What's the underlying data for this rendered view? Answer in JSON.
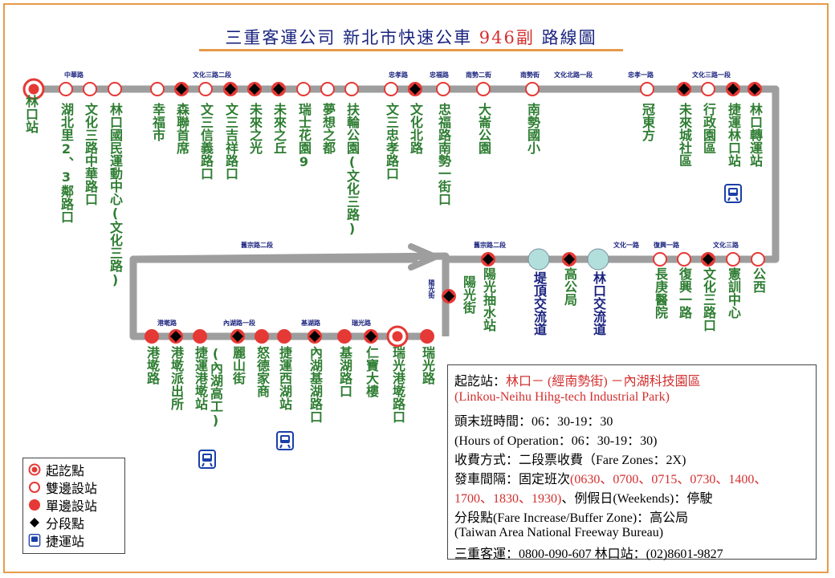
{
  "title": {
    "company": "三重客運公司",
    "city": "新北市快速公車",
    "route_no": "946副",
    "suffix": "路線圖"
  },
  "stops": [
    {
      "id": "s1",
      "name": "林口站",
      "type": "terminal",
      "color": "green"
    },
    {
      "id": "s2",
      "name": "湖北里2、3鄰路口",
      "type": "both",
      "color": "green"
    },
    {
      "id": "s3",
      "name": "文化三路中華路口",
      "type": "both",
      "color": "green"
    },
    {
      "id": "s4",
      "name": "林口國民運動中心(文化三路)",
      "type": "both",
      "color": "green"
    },
    {
      "id": "s5",
      "name": "幸福市",
      "type": "both",
      "color": "green"
    },
    {
      "id": "s6",
      "name": "森聯首席",
      "type": "fare",
      "color": "green"
    },
    {
      "id": "s7",
      "name": "文三信義路口",
      "type": "both",
      "color": "green"
    },
    {
      "id": "s8",
      "name": "文三吉祥路口",
      "type": "fare",
      "color": "green"
    },
    {
      "id": "s9",
      "name": "未來之光",
      "type": "fare",
      "color": "green"
    },
    {
      "id": "s10",
      "name": "未來之丘",
      "type": "fare",
      "color": "green"
    },
    {
      "id": "s11",
      "name": "瑞士花園9",
      "type": "both",
      "color": "green"
    },
    {
      "id": "s12",
      "name": "夢想之都",
      "type": "both",
      "color": "green"
    },
    {
      "id": "s13",
      "name": "扶輪公園(文化三路)",
      "type": "both",
      "color": "green"
    },
    {
      "id": "s14",
      "name": "文三忠孝路口",
      "type": "both",
      "color": "green"
    },
    {
      "id": "s15",
      "name": "文化北路",
      "type": "fare",
      "color": "green"
    },
    {
      "id": "s16",
      "name": "忠福路南勢一街口",
      "type": "both",
      "color": "green"
    },
    {
      "id": "s17",
      "name": "大崙公園",
      "type": "both",
      "color": "green"
    },
    {
      "id": "s18",
      "name": "南勢國小",
      "type": "both",
      "color": "green"
    },
    {
      "id": "s19",
      "name": "冠東方",
      "type": "both",
      "color": "green"
    },
    {
      "id": "s20",
      "name": "未來城社區",
      "type": "fare",
      "color": "green"
    },
    {
      "id": "s21",
      "name": "行政園區",
      "type": "both",
      "color": "green"
    },
    {
      "id": "s22",
      "name": "捷運林口站",
      "type": "fare",
      "color": "green"
    },
    {
      "id": "s23",
      "name": "林口轉運站",
      "type": "fare",
      "color": "green"
    },
    {
      "id": "s24",
      "name": "陽光抽水站",
      "type": "fare",
      "color": "green"
    },
    {
      "id": "s25",
      "name": "堤頂交流道",
      "type": "ic",
      "color": "blue"
    },
    {
      "id": "s26",
      "name": "高公局",
      "type": "fare",
      "color": "green"
    },
    {
      "id": "s27",
      "name": "林口交流道",
      "type": "ic",
      "color": "blue"
    },
    {
      "id": "s28",
      "name": "長庚醫院",
      "type": "both",
      "color": "green"
    },
    {
      "id": "s29",
      "name": "復興一路",
      "type": "both",
      "color": "green"
    },
    {
      "id": "s30",
      "name": "文化三路口",
      "type": "fare",
      "color": "green"
    },
    {
      "id": "s31",
      "name": "憲訓中心",
      "type": "both",
      "color": "green"
    },
    {
      "id": "s32",
      "name": "公西",
      "type": "both",
      "color": "green"
    },
    {
      "id": "s33",
      "name": "陽光街",
      "type": "fare",
      "color": "green"
    },
    {
      "id": "s34",
      "name": "港墘路",
      "type": "single",
      "color": "green"
    },
    {
      "id": "s35",
      "name": "港墘派出所",
      "type": "fare",
      "color": "green"
    },
    {
      "id": "s36",
      "name": "捷運港墘站",
      "type": "single",
      "color": "green"
    },
    {
      "id": "s37",
      "name": "(內湖高工)",
      "type": "single",
      "color": "green"
    },
    {
      "id": "s38",
      "name": "麗山街",
      "type": "fare",
      "color": "green"
    },
    {
      "id": "s39",
      "name": "怒德家商",
      "type": "single",
      "color": "green"
    },
    {
      "id": "s40",
      "name": "捷運西湖站",
      "type": "single",
      "color": "green"
    },
    {
      "id": "s41",
      "name": "內湖基湖路口",
      "type": "fare",
      "color": "green"
    },
    {
      "id": "s42",
      "name": "基湖路口",
      "type": "single",
      "color": "green"
    },
    {
      "id": "s43",
      "name": "仁寶大樓",
      "type": "fare",
      "color": "green"
    },
    {
      "id": "s44",
      "name": "瑞光港墘路口",
      "type": "terminal",
      "color": "green"
    },
    {
      "id": "s45",
      "name": "瑞光路",
      "type": "single",
      "color": "green"
    }
  ],
  "roads": {
    "r1": "中華路",
    "r2": "文化三路二段",
    "r3": "忠孝路",
    "r4": "忠福路",
    "r5": "南勢二街",
    "r6": "南勢街",
    "r7": "文化北路一段",
    "r8": "忠孝一路",
    "r9": "文化三路一段",
    "r10": "舊宗路二段",
    "r11": "文化一路",
    "r12": "復興一路",
    "r13": "文化三路",
    "r14": "舊宗路二段",
    "r15": "陽光街",
    "r16": "港墘路",
    "r17": "內湖路一段",
    "r18": "基湖路",
    "r19": "瑞光路"
  },
  "legend": [
    {
      "key": "terminal",
      "label": "起訖點",
      "icon": "terminal-circle"
    },
    {
      "key": "both",
      "label": "雙邊設站",
      "icon": "open-red-circle"
    },
    {
      "key": "single",
      "label": "單邊設站",
      "icon": "filled-red-circle"
    },
    {
      "key": "fare",
      "label": "分段點",
      "icon": "black-diamond"
    },
    {
      "key": "metro",
      "label": "捷運站",
      "icon": "train-icon"
    }
  ],
  "info": {
    "terminals_label": "起訖站：",
    "terminals_value": "林口－ (經南勢街) －內湖科技園區",
    "terminals_en": "(Linkou-Neihu Hihg-tech Industrial Park)",
    "hours": "頭末班時間：06：30-19：30",
    "hours_en": "(Hours of Operation：06：30-19：30)",
    "fare": "收費方式：二段票收費（Fare Zones：2X)",
    "interval_label": "發車間隔：固定班次",
    "interval_times_1": "(0630、0700、0715、0730、1400、",
    "interval_times_2": "1700、1830、1930)",
    "interval_rest": "、例假日(Weekends)：停駛",
    "fare_point": "分段點(Fare Increase/Buffer Zone)：高公局",
    "fare_point_en": "(Taiwan Area National Freeway Bureau)",
    "contact": "三重客運：0800-090-607 林口站：(02)8601-9827"
  },
  "colors": {
    "route": "#9e9e9e",
    "stop_red": "#e53935",
    "text_green": "#2e7d32",
    "text_blue": "#1a237e",
    "ic_fill": "#b2dfdb",
    "frame": "#e69a4a",
    "metro": "#1a3fa8"
  }
}
